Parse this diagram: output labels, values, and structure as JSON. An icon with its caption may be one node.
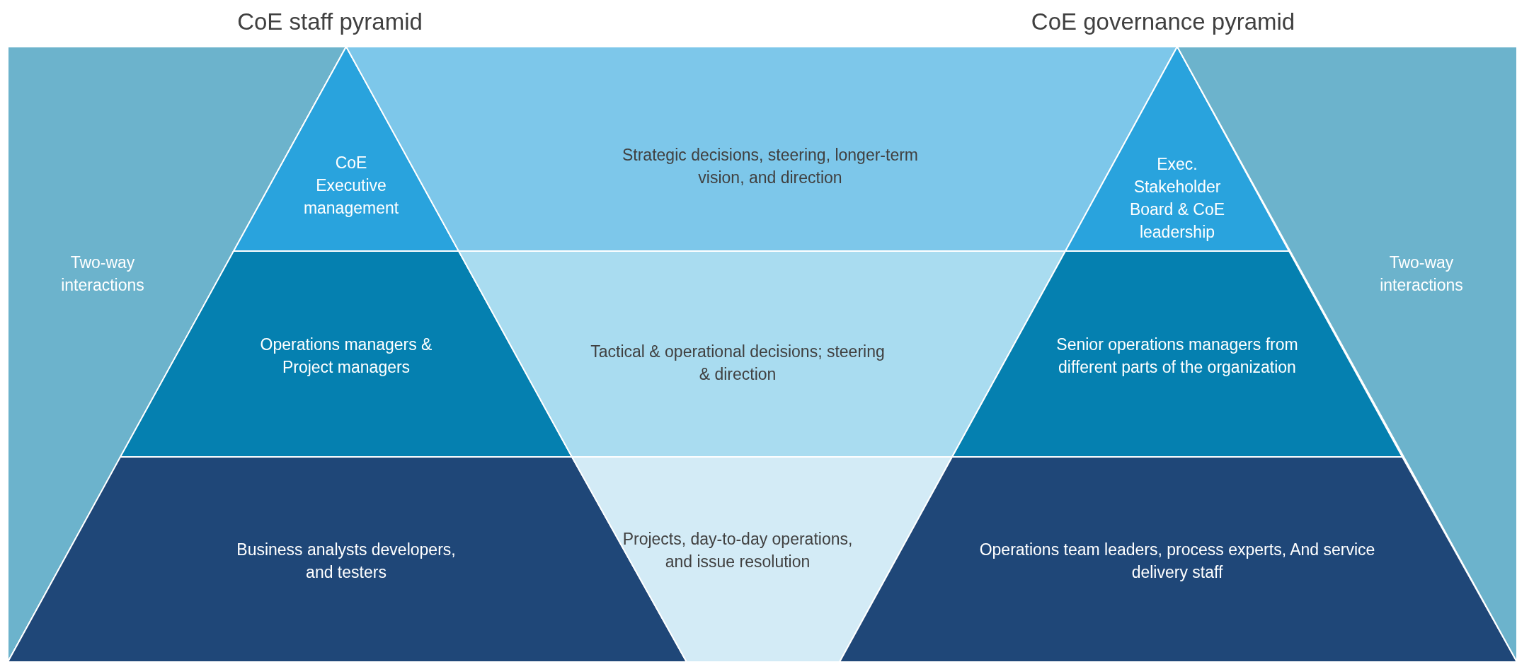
{
  "diagram": {
    "nodes": [
      {
        "text": [
          "Two-way interactions"
        ]
      },
      {
        "text": [
          "CoE Executive management"
        ]
      },
      {
        "text": [
          "Operations managers & Project managers"
        ]
      },
      {
        "text": [
          "Business analysts developers, and testers"
        ]
      },
      {
        "text": [
          "Strategic decisions, steering, longer-term vision, and direction"
        ]
      },
      {
        "text": [
          "Tactical & operational decisions; steering & direction"
        ]
      },
      {
        "text": [
          "Projects, day-to-day operations, and issue resolution"
        ]
      },
      {
        "text": [
          "Exec. Stakeholder Board & CoE leadership"
        ]
      },
      {
        "text": [
          "Senior operations managers from different parts of the organization"
        ]
      },
      {
        "text": [
          "Operations team leaders, process experts, And service delivery staff"
        ]
      },
      {
        "text": [
          "Two-way interactions"
        ]
      }
    ],
    "labels": [
      "CoE staff pyramid",
      "CoE governance pyramid"
    ]
  }
}
